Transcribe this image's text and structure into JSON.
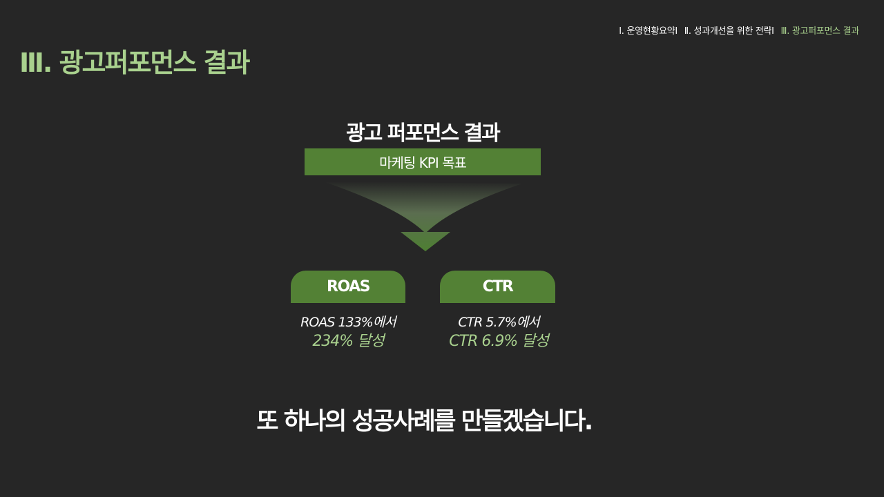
{
  "nav": {
    "items": [
      {
        "label": "Ⅰ. 운영현황요약Ⅰ"
      },
      {
        "label": "Ⅱ. 성과개선을 위한 전략Ⅰ"
      },
      {
        "label": "Ⅲ. 광고퍼포먼스 결과"
      }
    ]
  },
  "section_title": "Ⅲ. 광고퍼포먼스 결과",
  "diagram": {
    "title": "광고 퍼포먼스 결과",
    "kpi_label": "마케팅 KPI 목표",
    "metrics": [
      {
        "name": "ROAS",
        "line1": "ROAS 133%에서",
        "line2": "234% 달성"
      },
      {
        "name": "CTR",
        "line1": "CTR 5.7%에서",
        "line2": "CTR  6.9% 달성"
      }
    ]
  },
  "closing": "또 하나의 성공사례를 만들겠습니다.",
  "colors": {
    "background": "#262626",
    "accent_green": "#a9d18e",
    "box_green": "#538135"
  }
}
